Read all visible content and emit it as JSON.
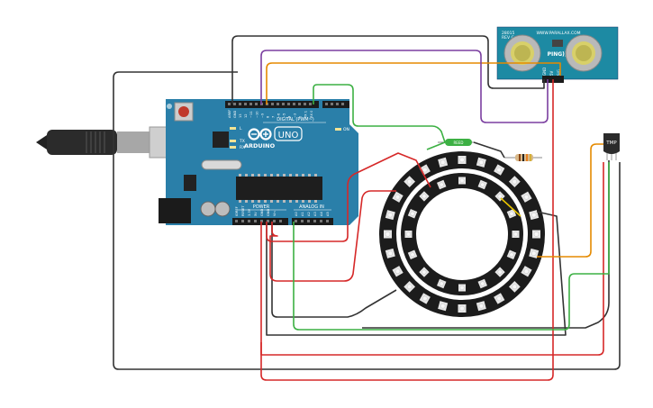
{
  "arduino": {
    "brand": "ARDUINO",
    "model": "UNO",
    "digital_label": "DIGITAL (PWM~)",
    "analog_label": "ANALOG IN",
    "power_label": "POWER",
    "led_tx": "TX",
    "led_rx": "RX",
    "led_l": "L",
    "led_on": "ON",
    "top_pins": [
      "AREF",
      "GND",
      "13",
      "12",
      "~11",
      "~10",
      "~9",
      "8",
      "7",
      "~6",
      "~5",
      "4",
      "~3",
      "2",
      "TX 1",
      "RX 0"
    ],
    "power_pins": [
      "IOREF",
      "RESET",
      "3.3V",
      "5V",
      "GND",
      "GND",
      "Vin"
    ],
    "analog_pins": [
      "A0",
      "A1",
      "A2",
      "A3",
      "A4",
      "A5"
    ]
  },
  "ping_sensor": {
    "model": "28015",
    "rev": "REV C",
    "url": "WWW.PARALLAX.COM",
    "brand": "PING)))",
    "pins": [
      "GND",
      "5V",
      "SIG"
    ]
  },
  "temp_sensor": {
    "label": "TMP"
  },
  "reed_switch": {
    "label": "REED"
  },
  "colors": {
    "board": "#2a7fa9",
    "wire_black": "#333333",
    "wire_red": "#d62828",
    "wire_green": "#3cb043",
    "wire_orange": "#e58a00",
    "wire_purple": "#7b3fa0",
    "neopixel": "#1c1c1c",
    "ping_board": "#1d8aa3"
  }
}
